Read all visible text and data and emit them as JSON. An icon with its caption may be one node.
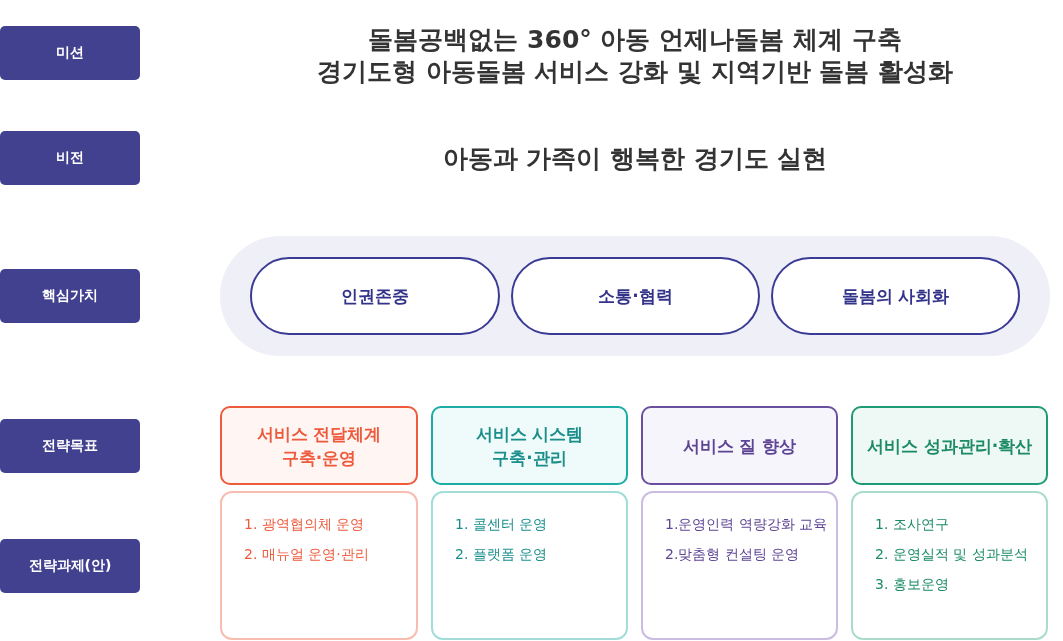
{
  "diagram": {
    "nodes": [
      {
        "text": [
          "미션"
        ]
      },
      {
        "text": [
          "비전"
        ]
      },
      {
        "text": [
          "핵심가치"
        ]
      },
      {
        "text": [],
        "shape": "band"
      },
      {
        "text": [
          "인권존중"
        ],
        "in": 3
      },
      {
        "text": [
          "소통·협력"
        ],
        "in": 3
      },
      {
        "text": [
          "돌봄의 사회화"
        ],
        "in": 3
      },
      {
        "text": [
          "전략목표"
        ]
      },
      {
        "text": [
          "서비스 전달체계 구축·운영"
        ]
      },
      {
        "text": [
          "서비스 시스템 구축·관리"
        ]
      },
      {
        "text": [
          "서비스 질 향상"
        ]
      },
      {
        "text": [
          "서비스 성과관리·확산"
        ]
      },
      {
        "text": [
          "전략과제(안)"
        ]
      },
      {
        "text": [
          "1. 광역협의체 운영",
          "2. 매뉴얼 운영·관리"
        ]
      },
      {
        "text": [
          "1. 콜센터 운영",
          "2. 플랫폼 운영"
        ]
      },
      {
        "text": [
          "1.운영인력 역량강화 교육",
          "2.맞춤형 컨설팅 운영"
        ]
      },
      {
        "text": [
          "1. 조사연구",
          "2. 운영실적 및 성과분석",
          "3. 홍보운영"
        ]
      }
    ],
    "labels": [
      "돌봄공백없는 360° 아동 언제나돌봄 체계 구축",
      "경기도형 아동돌봄 서비스 강화 및 지역기반 돌봄 활성화",
      "아동과 가족이 행복한 경기도 실현"
    ]
  }
}
